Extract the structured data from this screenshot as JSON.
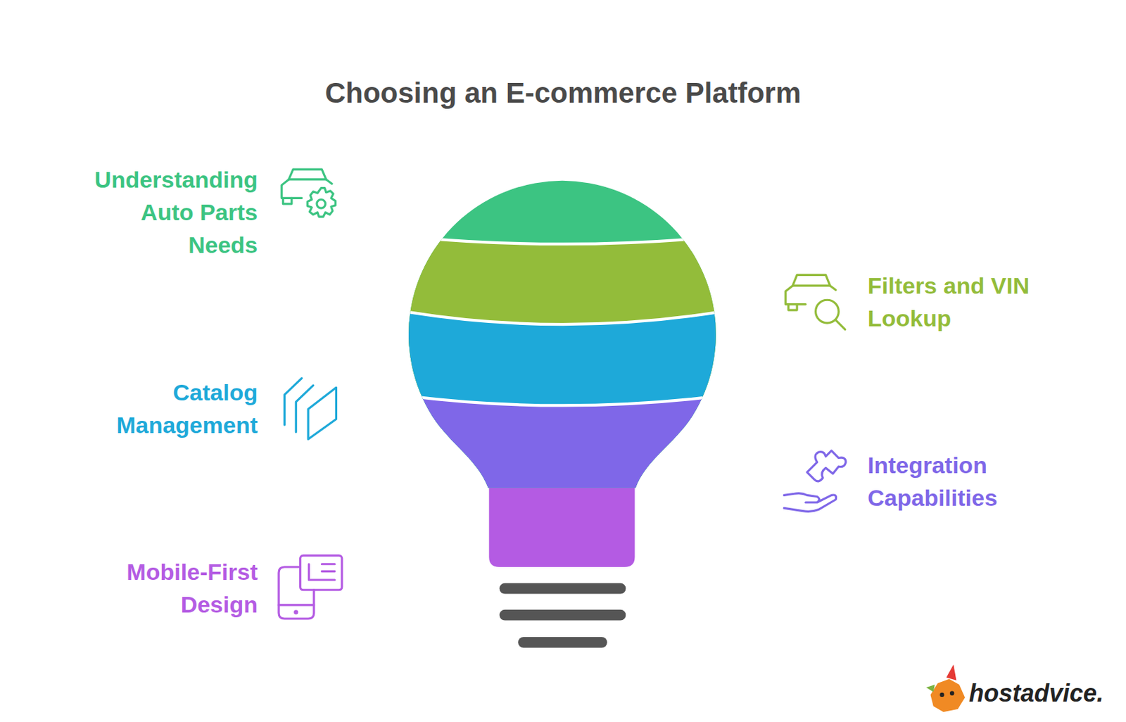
{
  "diagram": {
    "title": "Choosing an E-commerce Platform",
    "labels": [
      "Understanding Auto Parts Needs",
      "Filters and VIN Lookup",
      "Catalog Management",
      "Integration Capabilities",
      "Mobile-First Design",
      "hostadvice."
    ]
  }
}
